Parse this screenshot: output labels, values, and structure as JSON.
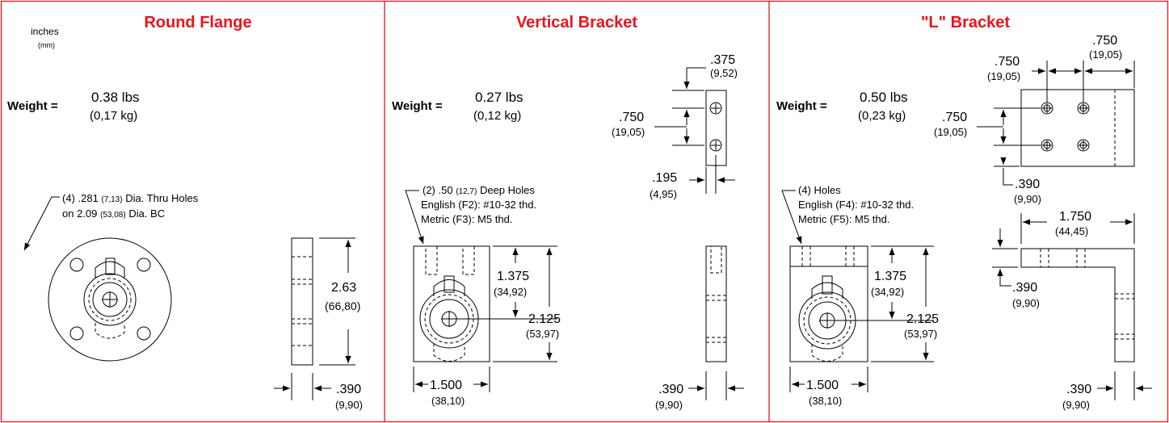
{
  "colors": {
    "accent": "#e8141c",
    "ink": "#000000"
  },
  "units": {
    "primary": "inches",
    "secondary": "(mm)"
  },
  "panels": [
    {
      "title": "Round Flange",
      "weight_label": "Weight =",
      "weight_lbs": "0.38 lbs",
      "weight_kg": "(0,17 kg)",
      "hole_note": {
        "line1": "(4) .281",
        "line1_mm": "(7,13)",
        "line1_tail": "Dia. Thru Holes",
        "line2": "on 2.09",
        "line2_mm": "(53,08)",
        "line2_tail": "Dia. BC"
      },
      "dims": {
        "height": "2.63",
        "height_mm": "(66,80)",
        "thickness": ".390",
        "thickness_mm": "(9,90)"
      }
    },
    {
      "title": "Vertical Bracket",
      "weight_label": "Weight =",
      "weight_lbs": "0.27 lbs",
      "weight_kg": "(0,12 kg)",
      "hole_note": {
        "line1": "(2) .50",
        "line1_mm": "(12,7)",
        "line1_tail": "Deep Holes",
        "line2": "English (F2):  #10-32 thd.",
        "line3": "Metric (F3):  M5 thd."
      },
      "dims": {
        "top_offset": ".375",
        "top_offset_mm": "(9,52)",
        "hole_spacing": ".750",
        "hole_spacing_mm": "(19,05)",
        "side_offset": ".195",
        "side_offset_mm": "(4,95)",
        "bore_height": "1.375",
        "bore_height_mm": "(34,92)",
        "height": "2.125",
        "height_mm": "(53,97)",
        "width": "1.500",
        "width_mm": "(38,10)",
        "thickness": ".390",
        "thickness_mm": "(9,90)"
      }
    },
    {
      "title": "\"L\" Bracket",
      "weight_label": "Weight =",
      "weight_lbs": "0.50 lbs",
      "weight_kg": "(0,23 kg)",
      "hole_note": {
        "line1": "(4) Holes",
        "line2": "English (F4):  #10-32 thd.",
        "line3": "Metric (F5):  M5 thd."
      },
      "dims": {
        "hole_spacing_a": ".750",
        "hole_spacing_a_mm": "(19,05)",
        "hole_spacing_b": ".750",
        "hole_spacing_b_mm": "(19,05)",
        "hole_spacing_c": ".750",
        "hole_spacing_c_mm": "(19,05)",
        "edge_offset": ".390",
        "edge_offset_mm": "(9,90)",
        "length": "1.750",
        "length_mm": "(44,45)",
        "leg_thickness": ".390",
        "leg_thickness_mm": "(9,90)",
        "bore_height": "1.375",
        "bore_height_mm": "(34,92)",
        "height": "2.125",
        "height_mm": "(53,97)",
        "width": "1.500",
        "width_mm": "(38,10)",
        "thickness": ".390",
        "thickness_mm": "(9,90)"
      }
    }
  ]
}
